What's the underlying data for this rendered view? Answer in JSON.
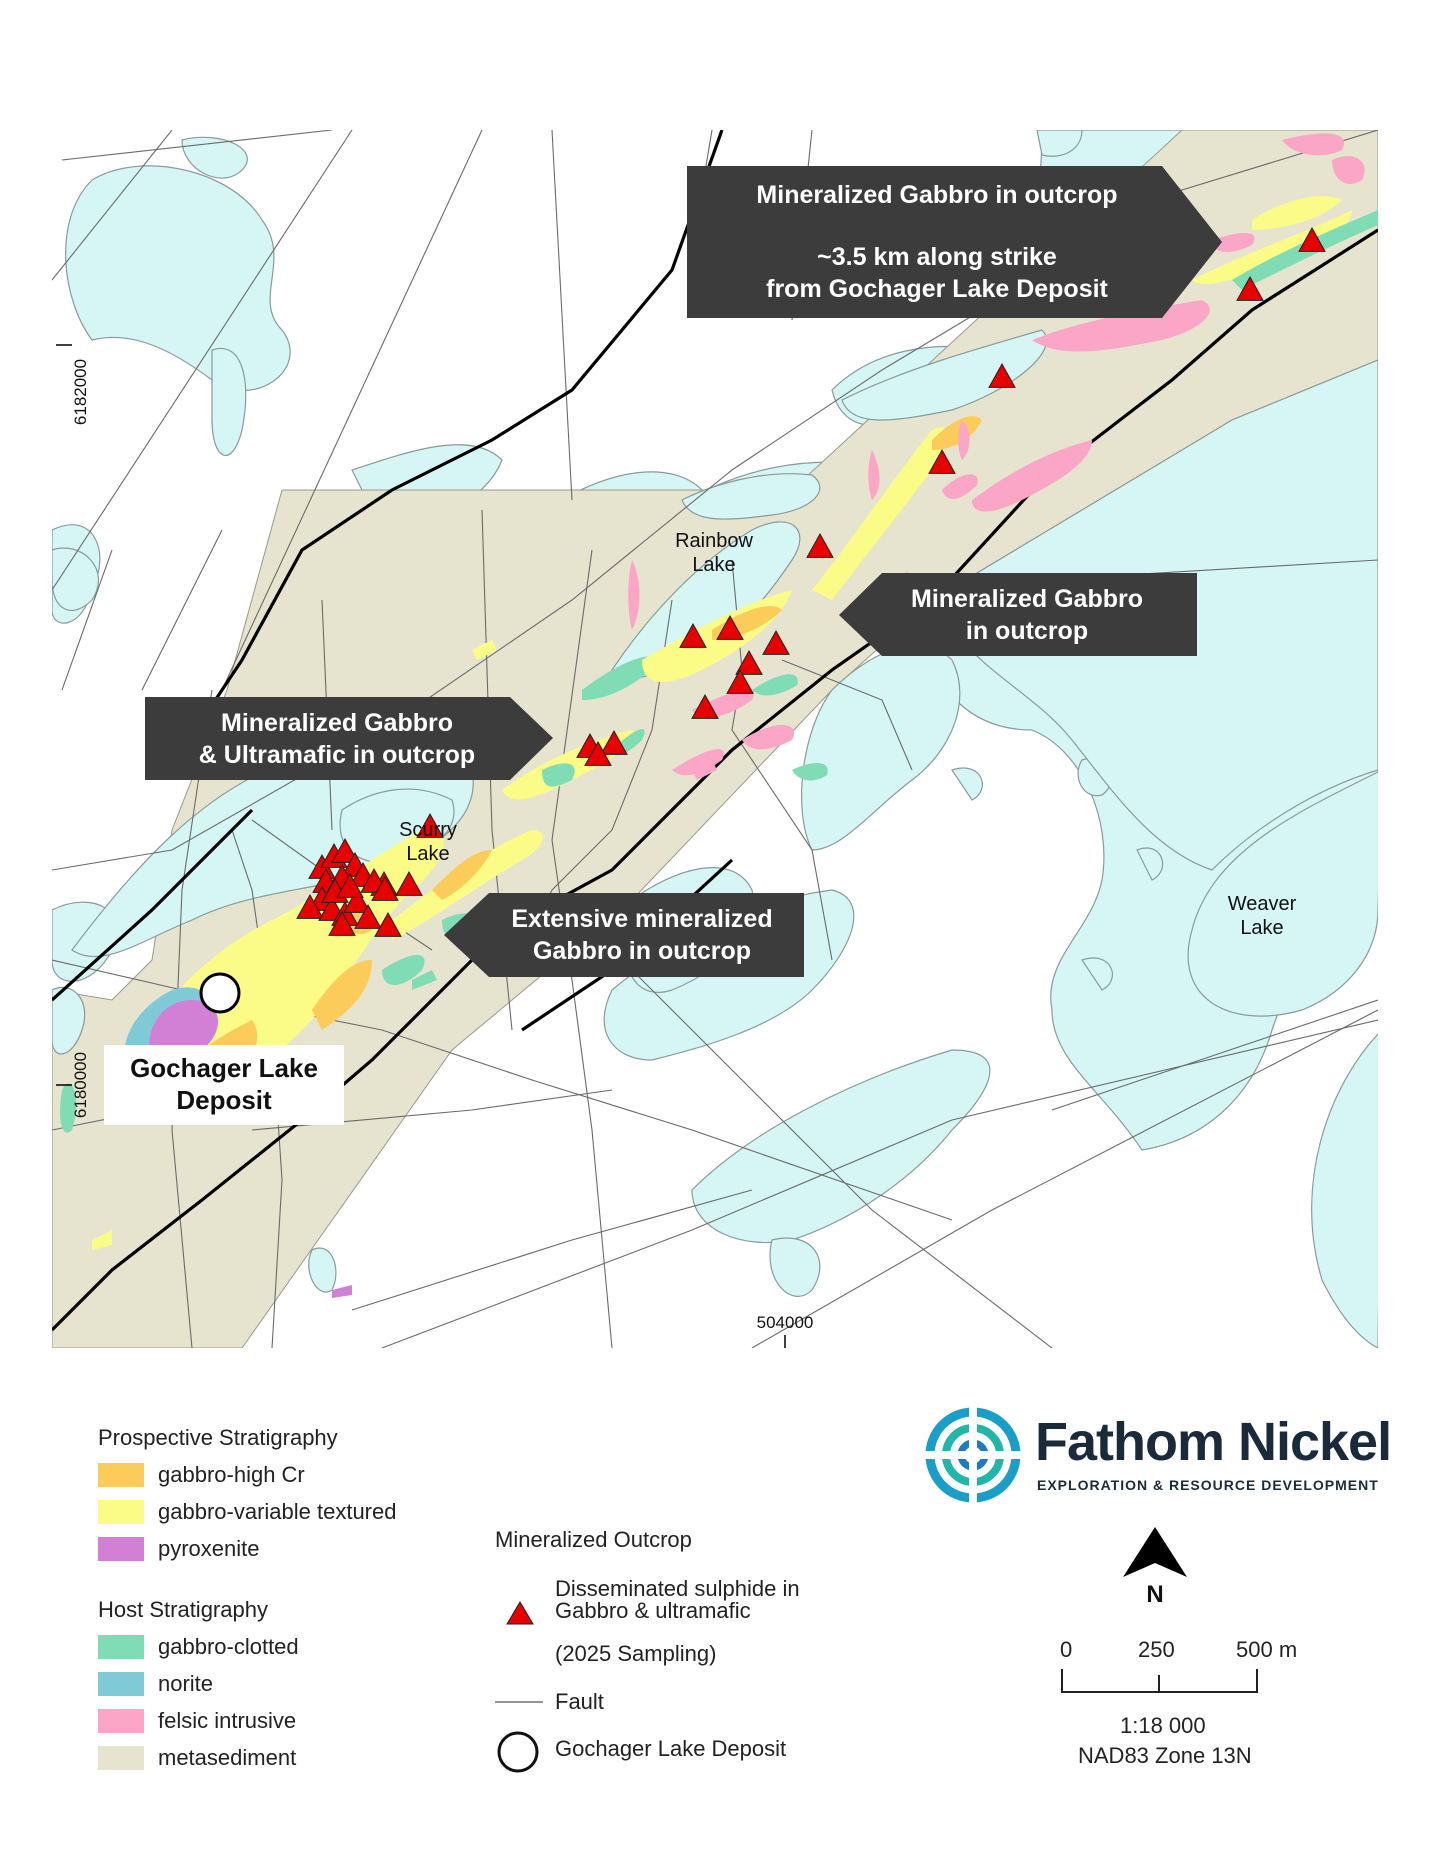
{
  "callouts": {
    "northeast_line1": "Mineralized Gabbro in outcrop",
    "northeast_line2": "~3.5 km along strike",
    "northeast_line3": "from Gochager Lake Deposit",
    "rainbow_line1": "Mineralized Gabbro",
    "rainbow_line2": "in outcrop",
    "west_line1": "Mineralized Gabbro",
    "west_line2": "& Ultramafic in outcrop",
    "south_line1": "Extensive mineralized",
    "south_line2": "Gabbro in outcrop"
  },
  "lakes": {
    "rainbow_line1": "Rainbow",
    "rainbow_line2": "Lake",
    "scurry_line1": "Scurry",
    "scurry_line2": "Lake",
    "weaver_line1": "Weaver",
    "weaver_line2": "Lake"
  },
  "coordinates": {
    "northing_upper": "6182000",
    "northing_lower": "6180000",
    "easting": "504000"
  },
  "deposit_label": {
    "line1": "Gochager Lake",
    "line2": "Deposit"
  },
  "legend": {
    "prospective_title": "Prospective Stratigraphy",
    "prospective_items": [
      {
        "label": "gabbro-high Cr",
        "color": "#fbcc59"
      },
      {
        "label": "gabbro-variable textured",
        "color": "#fbfb87"
      },
      {
        "label": "pyroxenite",
        "color": "#d27fd6"
      }
    ],
    "host_title": "Host Stratigraphy",
    "host_items": [
      {
        "label": "gabbro-clotted",
        "color": "#7fdcb5"
      },
      {
        "label": "norite",
        "color": "#7fcad6"
      },
      {
        "label": "felsic intrusive",
        "color": "#fba5c7"
      },
      {
        "label": "metasediment",
        "color": "#e6e4cf"
      }
    ],
    "outcrop_title": "Mineralized Outcrop",
    "outcrop_line1": "Disseminated sulphide in",
    "outcrop_line2": "Gabbro & ultramafic",
    "outcrop_line3": "(2025 Sampling)",
    "fault_label": "Fault",
    "deposit_label": "Gochager Lake Deposit"
  },
  "logo": {
    "title": "Fathom Nickel",
    "subtitle": "EXPLORATION & RESOURCE DEVELOPMENT"
  },
  "north_arrow": "N",
  "scale": {
    "tick_0": "0",
    "tick_250": "250",
    "tick_500": "500 m",
    "ratio": "1:18 000",
    "projection": "NAD83 Zone 13N"
  },
  "colors": {
    "water": "#d6f6f6",
    "metasediment": "#e6e4cf",
    "triangle": "#e60000",
    "callout_bg": "#3c3c3c"
  }
}
